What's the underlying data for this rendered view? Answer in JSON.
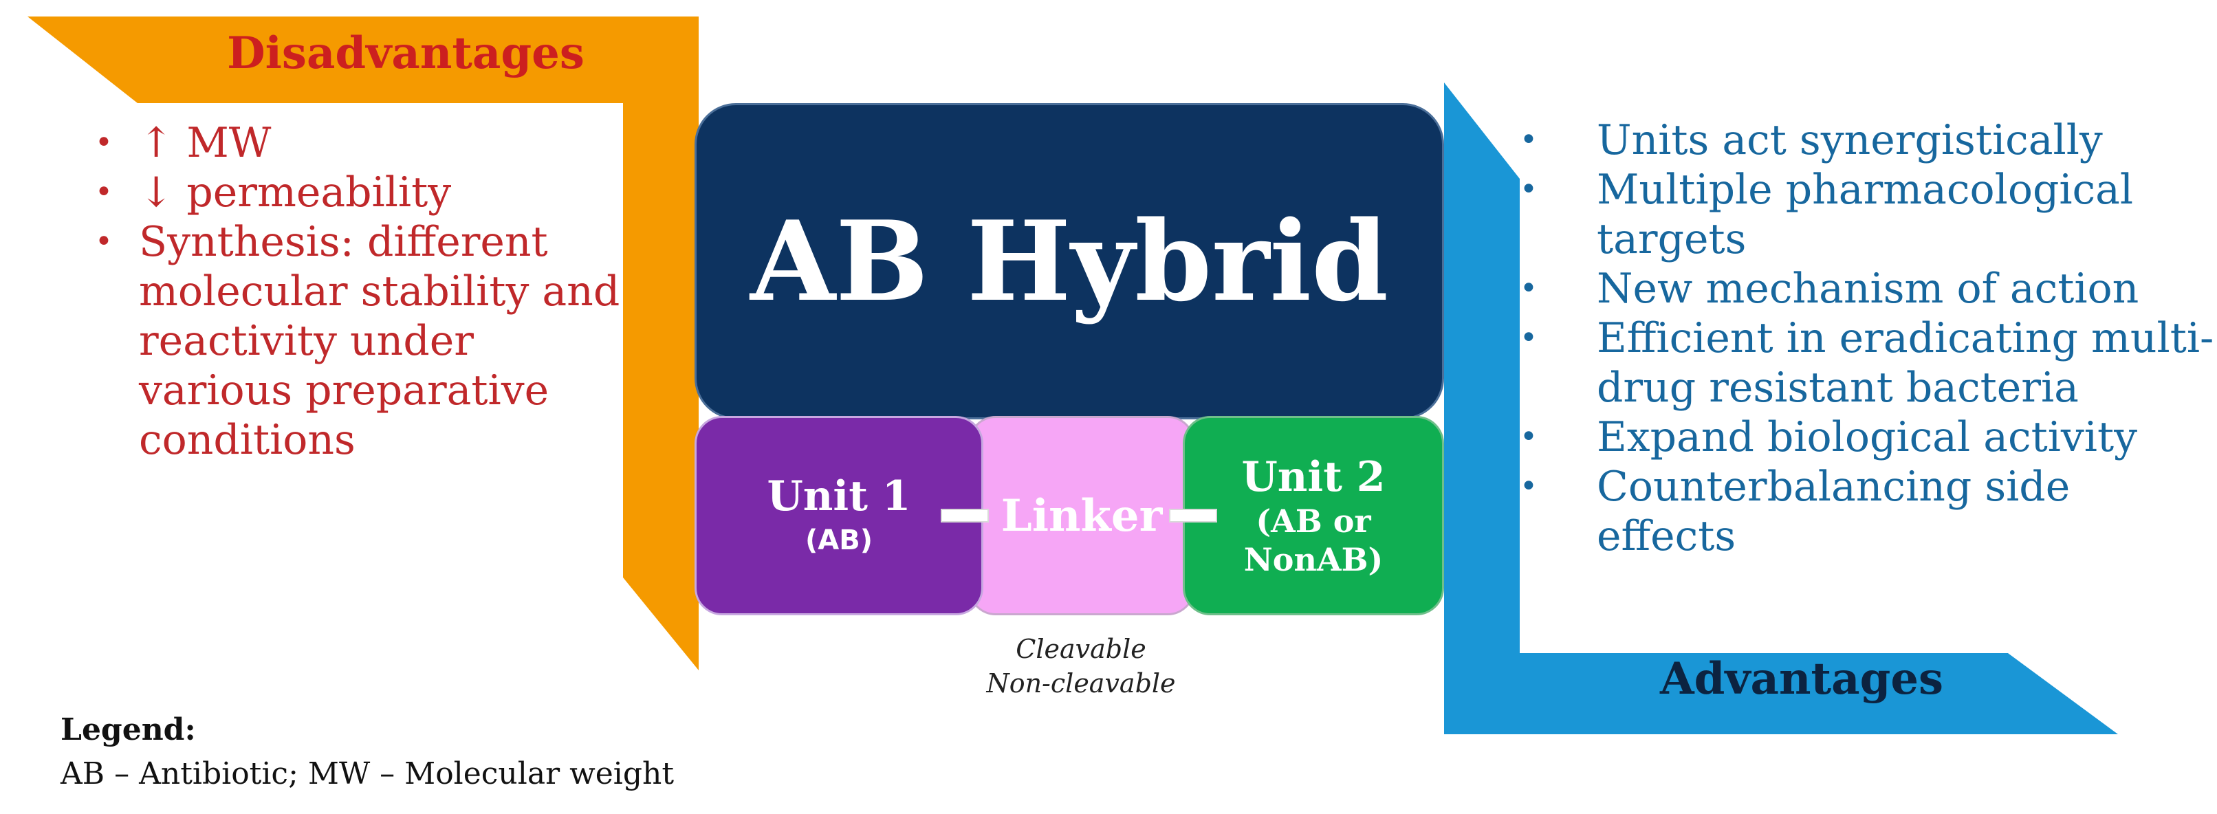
{
  "disadvantages": {
    "title": "Disadvantages",
    "items": [
      "↑ MW",
      "↓ permeability",
      "Synthesis: different molecular stability and reactivity under various preparative conditions"
    ]
  },
  "advantages": {
    "title": "Advantages",
    "items": [
      "Units act synergistically",
      "Multiple pharmacological targets",
      "New mechanism of action",
      "Efficient in eradicating multi-drug resistant bacteria",
      "Expand biological activity",
      "Counterbalancing side effects"
    ]
  },
  "hybrid": {
    "title": "AB Hybrid"
  },
  "unit1": {
    "name": "Unit 1",
    "sub": "(AB)"
  },
  "linker": {
    "label": "Linker",
    "captions": [
      "Cleavable",
      "Non-cleavable"
    ]
  },
  "unit2": {
    "name": "Unit 2",
    "sub": "(AB or NonAB)"
  },
  "legend": {
    "title": "Legend:",
    "text": "AB – Antibiotic; MW – Molecular weight"
  },
  "colors": {
    "disadvantages_arrow": "#f59a00",
    "advantages_arrow": "#1a96d6",
    "hybrid_box": "#0d3360",
    "unit1_box": "#7a2aa8",
    "linker_box": "#f6a6f6",
    "unit2_box": "#10ae52"
  }
}
